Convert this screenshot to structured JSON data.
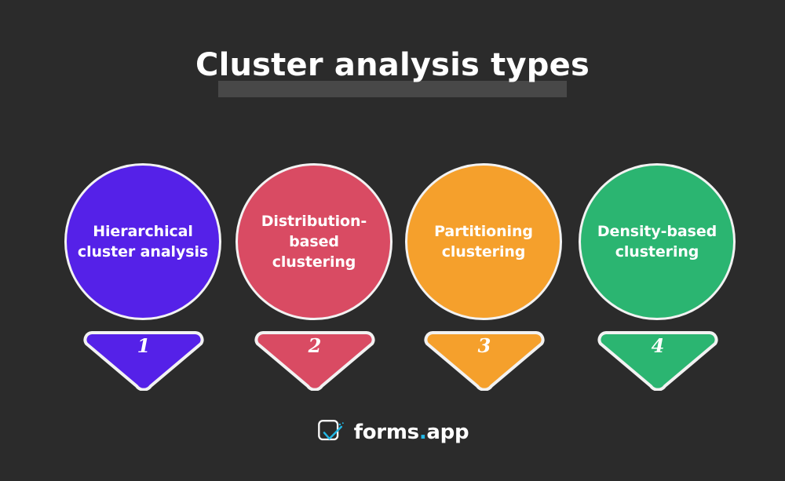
{
  "background_color": "#2b2b2b",
  "header": {
    "title": "Cluster analysis types",
    "title_color": "#ffffff",
    "highlight_band_color": "#484848"
  },
  "items": [
    {
      "number": "1",
      "label": "Hierarchical cluster analysis",
      "color": "#5521e8",
      "outline_color": "#f2f2f2"
    },
    {
      "number": "2",
      "label": "Distribution-based clustering",
      "color": "#d94b63",
      "outline_color": "#f2f2f2"
    },
    {
      "number": "3",
      "label": "Partitioning clustering",
      "color": "#f5a02c",
      "outline_color": "#f2f2f2"
    },
    {
      "number": "4",
      "label": "Density-based clustering",
      "color": "#2bb571",
      "outline_color": "#f2f2f2"
    }
  ],
  "footer": {
    "brand_name": "forms",
    "brand_dot": ".",
    "brand_suffix": "app",
    "icon": "forms-app-check-icon",
    "icon_accent_color": "#22b8e6",
    "icon_outline_color": "#ffffff"
  }
}
